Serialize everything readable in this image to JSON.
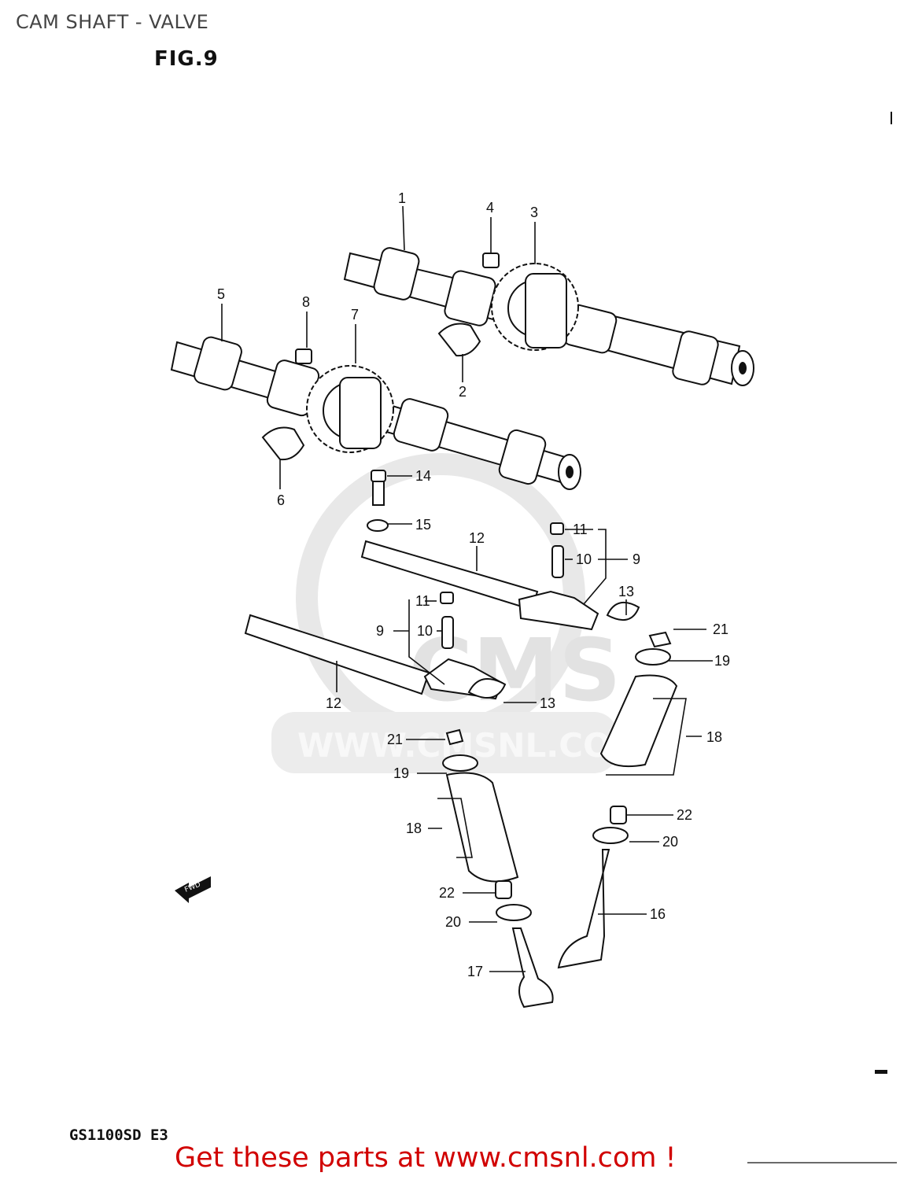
{
  "header": {
    "title": "CAM SHAFT - VALVE"
  },
  "figure": {
    "title": "FIG.9"
  },
  "watermark": {
    "brand": "CMS",
    "url": "WWW.CMSNL.COM"
  },
  "fwd_marker": {
    "label": "FWD"
  },
  "footer": {
    "model_code": "GS1100SD E3",
    "promo_text": "Get these parts at www.cmsnl.com !"
  },
  "callouts": {
    "c1": "1",
    "c2": "2",
    "c3": "3",
    "c4": "4",
    "c5": "5",
    "c6": "6",
    "c7": "7",
    "c8": "8",
    "c9a": "9",
    "c9b": "9",
    "c10a": "10",
    "c10b": "10",
    "c11a": "11",
    "c11b": "11",
    "c12a": "12",
    "c12b": "12",
    "c13a": "13",
    "c13b": "13",
    "c14": "14",
    "c15": "15",
    "c16": "16",
    "c17": "17",
    "c18a": "18",
    "c18b": "18",
    "c19a": "19",
    "c19b": "19",
    "c20a": "20",
    "c20b": "20",
    "c21a": "21",
    "c21b": "21",
    "c22a": "22",
    "c22b": "22"
  },
  "colors": {
    "promo": "#d10000",
    "line": "#111111",
    "watermark": "#e2e2e2"
  }
}
